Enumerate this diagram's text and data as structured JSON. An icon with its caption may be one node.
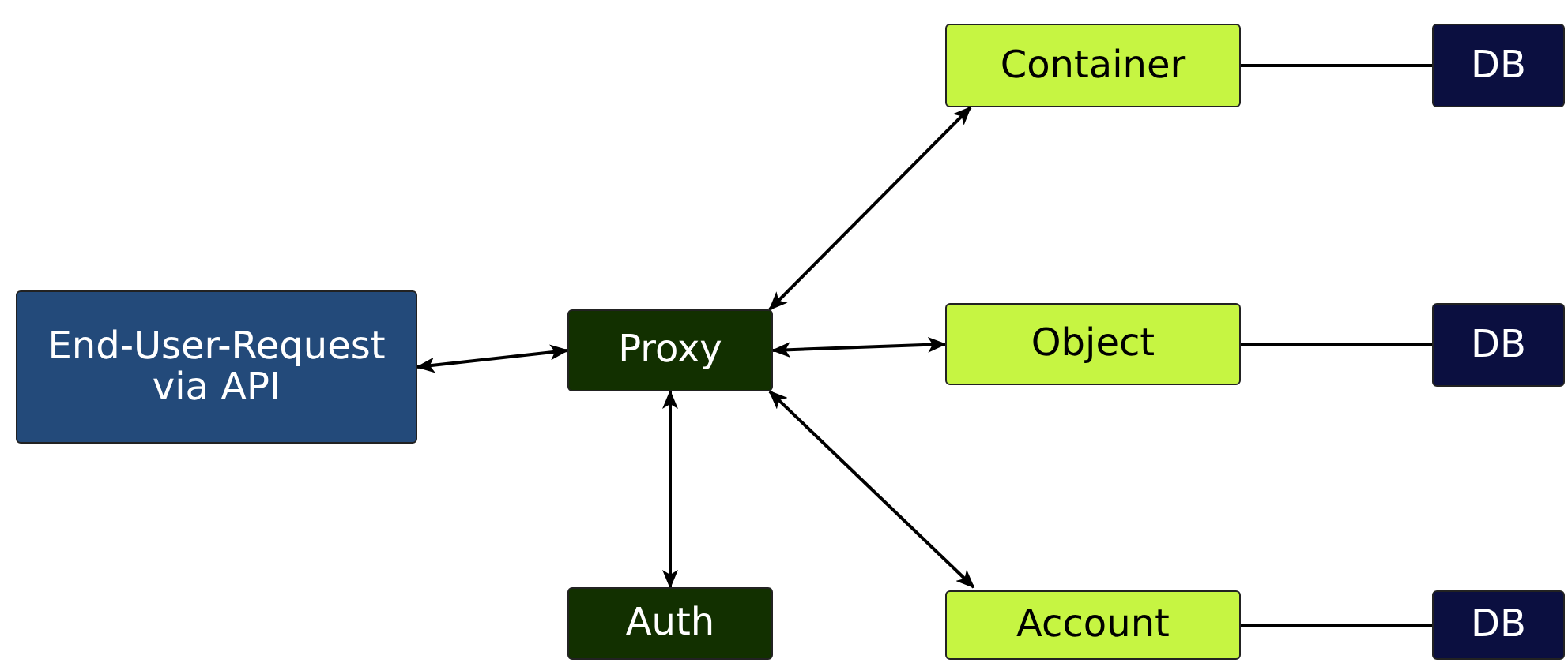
{
  "diagram": {
    "nodes": [
      {
        "text": [
          "End-User-Request via API"
        ]
      },
      {
        "text": [
          "Proxy"
        ]
      },
      {
        "text": [
          "Auth"
        ]
      },
      {
        "text": [
          "Container"
        ]
      },
      {
        "text": [
          "Object"
        ]
      },
      {
        "text": [
          "Account"
        ]
      },
      {
        "text": [
          "DB"
        ]
      },
      {
        "text": [
          "DB"
        ]
      },
      {
        "text": [
          "DB"
        ]
      }
    ],
    "edges": [
      {
        "from": 0,
        "to": 1,
        "arrow": "both"
      },
      {
        "from": 1,
        "to": 3,
        "arrow": "both"
      },
      {
        "from": 1,
        "to": 4,
        "arrow": "both"
      },
      {
        "from": 1,
        "to": 5,
        "arrow": "both"
      },
      {
        "from": 1,
        "to": 2,
        "arrow": "both"
      },
      {
        "from": 3,
        "to": 6,
        "arrow": "none"
      },
      {
        "from": 4,
        "to": 7,
        "arrow": "none"
      },
      {
        "from": 5,
        "to": 8,
        "arrow": "none"
      }
    ]
  }
}
